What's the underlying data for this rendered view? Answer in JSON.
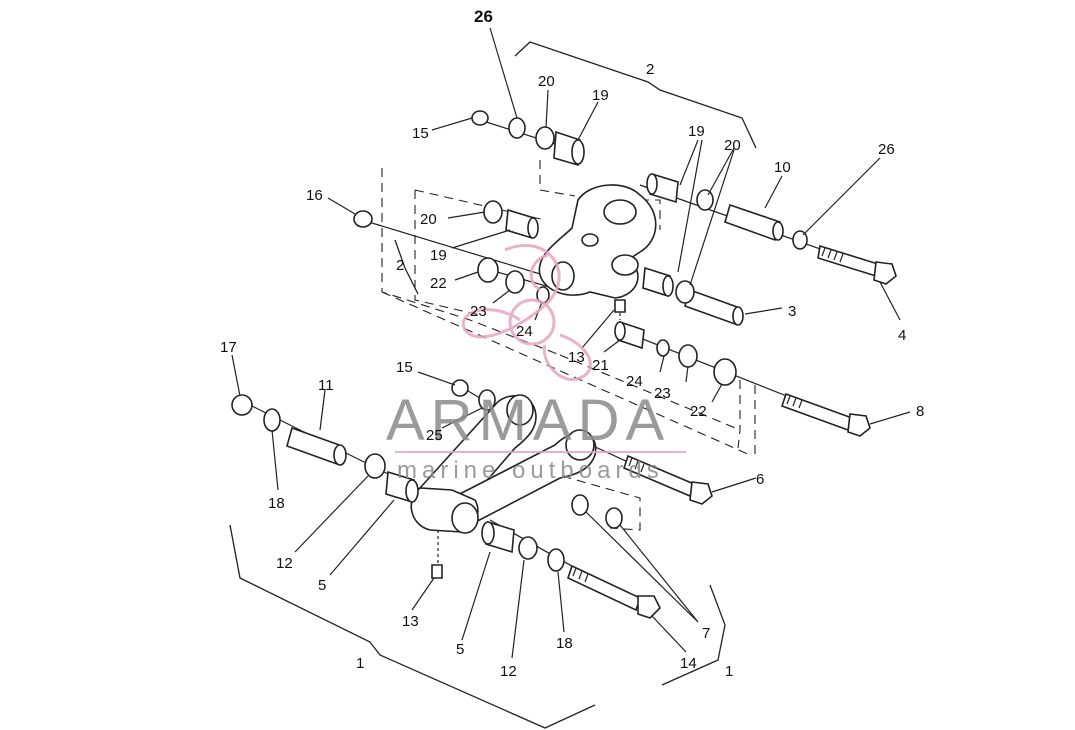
{
  "callouts": {
    "c26a": "26",
    "c2a": "2",
    "c20a": "20",
    "c19a": "19",
    "c15a": "15",
    "c19b": "19",
    "c20b": "20",
    "c10": "10",
    "c26b": "26",
    "c16": "16",
    "c20c": "20",
    "c19c": "19",
    "c2b": "2",
    "c22a": "22",
    "c23a": "23",
    "c24a": "24",
    "c13a": "13",
    "c21": "21",
    "c3": "3",
    "c4": "4",
    "c24b": "24",
    "c23b": "23",
    "c22b": "22",
    "c8": "8",
    "c17": "17",
    "c11": "11",
    "c15b": "15",
    "c25": "25",
    "c18a": "18",
    "c12a": "12",
    "c5a": "5",
    "c6": "6",
    "c7": "7",
    "c13b": "13",
    "c5b": "5",
    "c12b": "12",
    "c18b": "18",
    "c14": "14",
    "c1a": "1",
    "c1b": "1"
  },
  "watermark": {
    "brand": "ARMADA",
    "tagline": "marine outboards",
    "color": "#e8a3c2",
    "text_color": "#8a8a8a"
  }
}
